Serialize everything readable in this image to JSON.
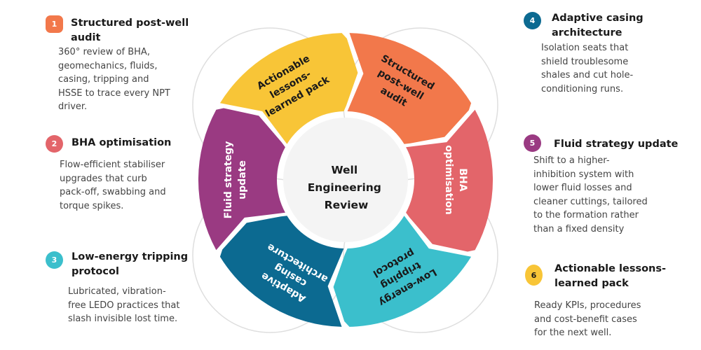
{
  "center": {
    "lines": [
      "Well",
      "Engineering",
      "Review"
    ]
  },
  "steps": [
    {
      "number": "1",
      "title": "Structured post-well audit",
      "title_lines": [
        "Structured post-well",
        "audit"
      ],
      "wheel_lines": [
        "Structured",
        "post-well",
        "audit"
      ],
      "description_lines": [
        "360° review of BHA,",
        "geomechanics, fluids,",
        "casing, tripping and",
        "HSSE to trace every NPT",
        "driver."
      ],
      "color": "#F2784B"
    },
    {
      "number": "2",
      "title": "BHA optimisation",
      "title_lines": [
        "BHA optimisation"
      ],
      "wheel_lines": [
        "BHA",
        "optimisation"
      ],
      "description_lines": [
        "Flow-efficient stabiliser",
        "upgrades that curb",
        "pack-off, swabbing and",
        "torque spikes."
      ],
      "color": "#E3656A"
    },
    {
      "number": "3",
      "title": "Low-energy tripping protocol",
      "title_lines": [
        "Low-energy tripping",
        "protocol"
      ],
      "wheel_lines": [
        "Low-energy",
        "tripping",
        "protocol"
      ],
      "description_lines": [
        "Lubricated, vibration-",
        "free LEDO practices that",
        "slash invisible lost time."
      ],
      "color": "#3BBFCC"
    },
    {
      "number": "4",
      "title": "Adaptive casing architecture",
      "title_lines": [
        "Adaptive casing",
        "architecture"
      ],
      "wheel_lines": [
        "Adaptive",
        "casing",
        "architecture"
      ],
      "description_lines": [
        "Isolation seats that",
        "shield troublesome",
        "shales and cut hole-",
        "conditioning runs."
      ],
      "color": "#0C6A91"
    },
    {
      "number": "5",
      "title": "Fluid strategy update",
      "title_lines": [
        "Fluid strategy update"
      ],
      "wheel_lines": [
        "Fluid strategy",
        "update"
      ],
      "description_lines": [
        "Shift to a higher-",
        "inhibition system with",
        "lower fluid losses and",
        "cleaner cuttings, tailored",
        "to the formation rather",
        "than a fixed density"
      ],
      "color": "#9A3A82"
    },
    {
      "number": "6",
      "title": "Actionable lessons-learned pack",
      "title_lines": [
        "Actionable lessons-",
        "learned pack"
      ],
      "wheel_lines": [
        "Actionable",
        "lessons-",
        "learned pack"
      ],
      "description_lines": [
        "Ready KPIs, procedures",
        "and cost-benefit cases",
        "for the next well."
      ],
      "color": "#F8C537"
    }
  ]
}
